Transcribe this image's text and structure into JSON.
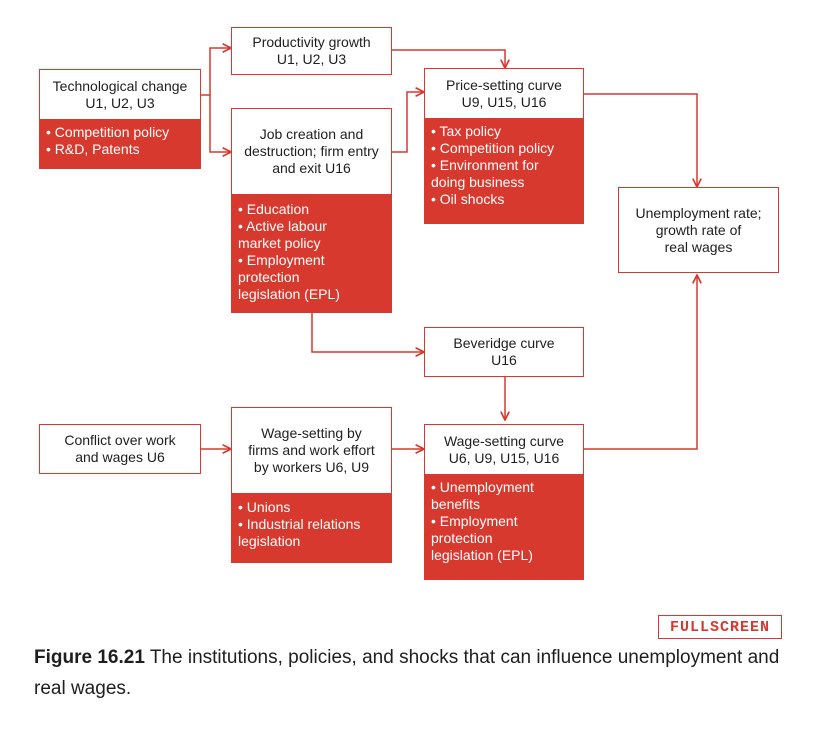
{
  "colors": {
    "accent": "#d8392e",
    "text": "#1e1e1e"
  },
  "boxes": {
    "tech": {
      "title": "Technological change\nU1, U2, U3",
      "items": [
        "• Competition policy",
        "• R&D, Patents"
      ]
    },
    "productivity": {
      "title": "Productivity growth\nU1, U2, U3"
    },
    "job": {
      "title": "Job creation and\ndestruction; firm entry\nand exit U16",
      "items": [
        "• Education",
        "• Active labour\n   market policy",
        "• Employment\n   protection\n   legislation (EPL)"
      ]
    },
    "price": {
      "title": "Price-setting curve\nU9, U15, U16",
      "items": [
        "• Tax policy",
        "• Competition policy",
        "• Environment for\n   doing business",
        "• Oil shocks"
      ]
    },
    "unemployment": {
      "title": "Unemployment rate;\ngrowth rate of\nreal wages"
    },
    "beveridge": {
      "title": "Beveridge curve\nU16"
    },
    "conflict": {
      "title": "Conflict over work\nand wages U6"
    },
    "wage_firms": {
      "title": "Wage-setting by\nfirms and work effort\nby workers U6, U9",
      "items": [
        "• Unions",
        "• Industrial relations\n   legislation"
      ]
    },
    "wage_curve": {
      "title": "Wage-setting curve\nU6, U9, U15, U16",
      "items": [
        "• Unemployment\n   benefits",
        "• Employment\n   protection\n   legislation (EPL)"
      ]
    }
  },
  "fullscreen_label": "FULLSCREEN",
  "caption": {
    "figure_label": "Figure 16.21",
    "text": " The institutions, policies, and shocks that can influence unemployment and real wages."
  }
}
